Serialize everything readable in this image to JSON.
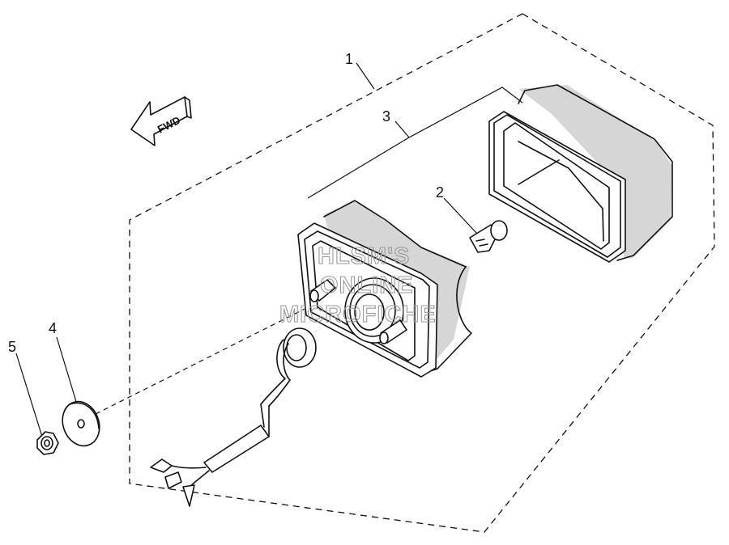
{
  "diagram": {
    "fwd_label": "FWD",
    "callouts": [
      "1",
      "2",
      "3",
      "4",
      "5"
    ],
    "watermark": [
      "HLSM'S",
      "ONLINE",
      "MICROFICHE"
    ],
    "parts": [
      {
        "callout": "1",
        "icon": "lamp-assembly-icon"
      },
      {
        "callout": "2",
        "icon": "bulb-icon"
      },
      {
        "callout": "3",
        "icon": "lens-housing-icon"
      },
      {
        "callout": "4",
        "icon": "washer-icon"
      },
      {
        "callout": "5",
        "icon": "nut-icon"
      }
    ]
  }
}
